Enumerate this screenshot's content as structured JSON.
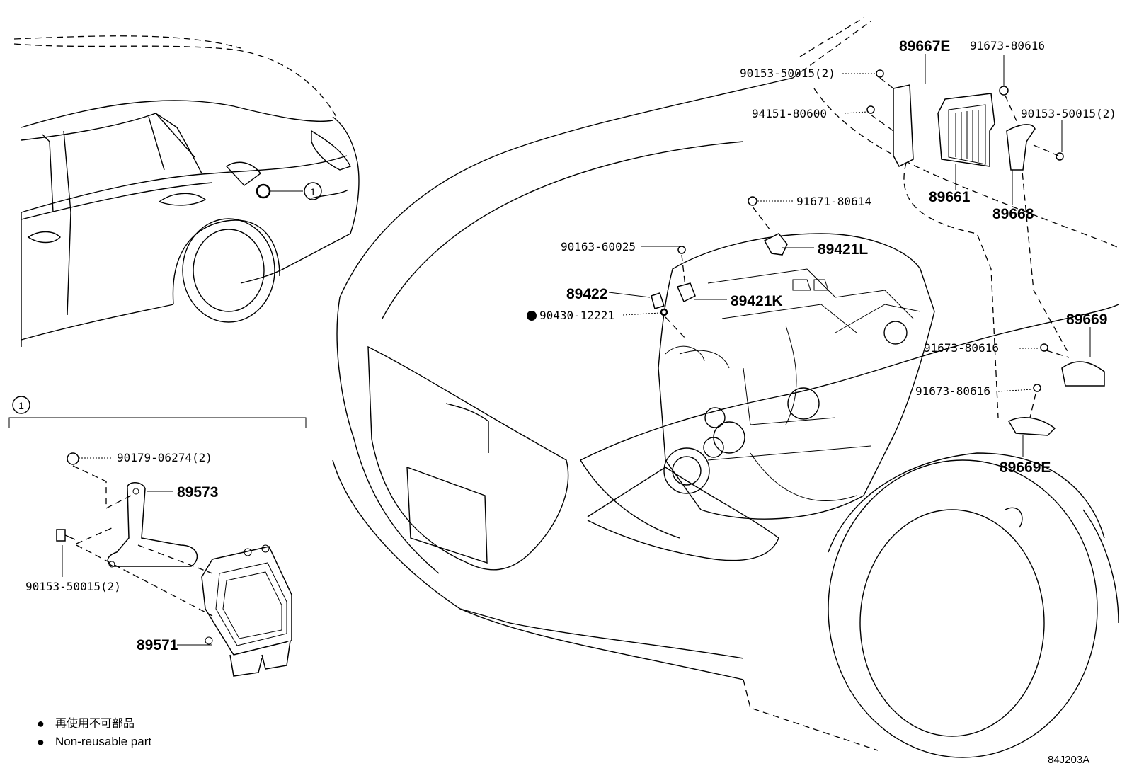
{
  "callout": {
    "number": "1"
  },
  "inset": {
    "header_number": "1"
  },
  "labels": {
    "p89667E": "89667E",
    "p91673_a": "91673-80616",
    "p90153_a": "90153-50015(2)",
    "p94151": "94151-80600",
    "p90153_b": "90153-50015(2)",
    "p89661": "89661",
    "p89668": "89668",
    "p91671": "91671-80614",
    "p90163": "90163-60025",
    "p89421L": "89421L",
    "p89422": "89422",
    "p89421K": "89421K",
    "p90430": "90430-12221",
    "p89669": "89669",
    "p91673_b": "91673-80616",
    "p91673_c": "91673-80616",
    "p89669E": "89669E",
    "p90179": "90179-06274(2)",
    "p89573": "89573",
    "p90153_c": "90153-50015(2)",
    "p89571": "89571"
  },
  "legend": [
    {
      "symbol": "●",
      "text": "再使用不可部品"
    },
    {
      "symbol": "●",
      "text": "Non-reusable part"
    }
  ],
  "figure_code": "84J203A"
}
